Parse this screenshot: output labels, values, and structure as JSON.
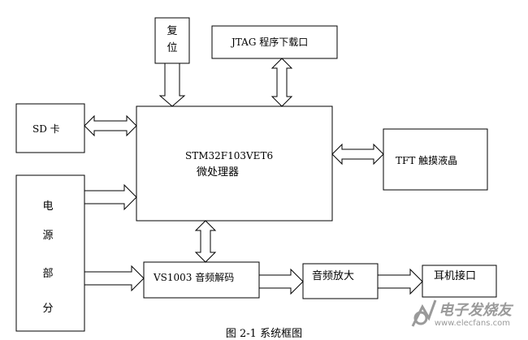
{
  "blocks": {
    "reset": [
      "复",
      "位"
    ],
    "jtag": "JTAG 程序下载口",
    "sd": "SD 卡",
    "mcu_line1": "STM32F103VET6",
    "mcu_line2": "微处理器",
    "tft": "TFT 触摸液晶",
    "power": [
      "电",
      "源",
      "部",
      "分"
    ],
    "vs1003": "VS1003 音频解码",
    "amp": "音频放大",
    "earphone": "耳机接口"
  },
  "caption": "图 2-1  系统框图",
  "watermark": {
    "text": "电子发烧友",
    "url": "www.elecfans.com"
  }
}
